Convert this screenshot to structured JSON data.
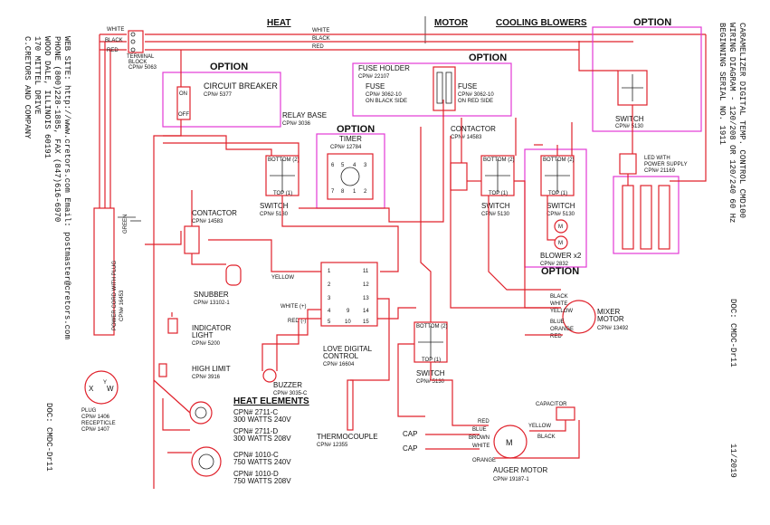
{
  "company": {
    "name": "C.CRETORS AND COMPANY",
    "address": "170 MITTEL DRIVE",
    "city": "WOOD DALE, ILLINOIS 60191",
    "phone": "PHONE (800)228-1885, FAX (847)616-6970",
    "web": "WEB SITE: http://www.cretors.com  Email: postmaster@cretors.com"
  },
  "doc_left": "DOC: CMDC-Dr11",
  "doc_right": "DOC: CMDC-Dr11",
  "date": "11/2019",
  "title": {
    "line1": "CARAMELIZER DIGITAL TEMP. CONTROL CMD100",
    "line2": "WIRING DIAGRAM - 120/208 OR 120/240 60 Hz",
    "line3": "BEGINNING SERIAL NO. 1911"
  },
  "sections": {
    "heat": "HEAT",
    "motor": "MOTOR",
    "cooling": "COOLING BLOWERS"
  },
  "wires": {
    "white": "WHITE",
    "black": "BLACK",
    "red": "RED",
    "green": "GREEN",
    "yellow": "YELLOW",
    "blue": "BLUE",
    "orange": "ORANGE",
    "brown": "BROWN",
    "white_pos": "WHITE (+)",
    "red_neg": "RED (-)"
  },
  "option": "OPTION",
  "terminal_block": {
    "line1": "TERMINAL",
    "line2": "BLOCK",
    "line3": "CPN# 5063"
  },
  "circuit_breaker": {
    "name": "CIRCUIT BREAKER",
    "cpn": "CPN# 5377",
    "on": "ON",
    "off": "OFF"
  },
  "relay_base": {
    "name": "RELAY BASE",
    "cpn": "CPN# 3036"
  },
  "timer": {
    "name": "TIMER",
    "cpn": "CPN# 12784",
    "pins_top": [
      "6",
      "5",
      "4",
      "3"
    ],
    "pins_bottom": [
      "7",
      "8",
      "1",
      "2"
    ]
  },
  "fuse_holder": {
    "name": "FUSE HOLDER",
    "cpn": "CPN# 22107"
  },
  "fuse_left": {
    "name": "FUSE",
    "cpn": "CPN# 3062-10",
    "note": "ON BLACK SIDE"
  },
  "fuse_right": {
    "name": "FUSE",
    "cpn": "CPN# 3062-10",
    "note": "ON RED SIDE"
  },
  "contactor_top": {
    "name": "CONTACTOR",
    "cpn": "CPN# 14583"
  },
  "contactor_left": {
    "name": "CONTACTOR",
    "cpn": "CPN# 14583"
  },
  "switch": {
    "name": "SWITCH",
    "cpn": "CPN# 5130",
    "bottom": "BOTTOM (2)",
    "top": "TOP (1)"
  },
  "led": {
    "line1": "LED WITH",
    "line2": "POWER SUPPLY",
    "cpn": "CPN# 21169"
  },
  "blower": {
    "name": "BLOWER x2",
    "cpn": "CPN# 2832",
    "symbol": "M"
  },
  "mixer_motor": {
    "line1": "MIXER",
    "line2": "MOTOR",
    "cpn": "CPN# 13492"
  },
  "snubber": {
    "name": "SNUBBER",
    "cpn": "CPN# 13102-1"
  },
  "indicator": {
    "line1": "INDICATOR",
    "line2": "LIGHT",
    "cpn": "CPN# 5200"
  },
  "high_limit": {
    "name": "HIGH LIMIT",
    "cpn": "CPN# 3916"
  },
  "buzzer": {
    "name": "BUZZER",
    "cpn": "CPN# 3035-C"
  },
  "love_control": {
    "line1": "LOVE DIGITAL",
    "line2": "CONTROL",
    "cpn": "CPN# 16604",
    "terminals": [
      "1",
      "11",
      "2",
      "12",
      "3",
      "13",
      "4",
      "9",
      "14",
      "5",
      "10",
      "15"
    ]
  },
  "thermocouple": {
    "name": "THERMOCOUPLE",
    "cpn": "CPN# 12355"
  },
  "heat_elements": {
    "title": "HEAT ELEMENTS",
    "items": [
      {
        "cpn": "CPN# 2711-C",
        "rating": "300 WATTS 240V"
      },
      {
        "cpn": "CPN# 2711-D",
        "rating": "300 WATTS 208V"
      },
      {
        "cpn": "CPN# 1010-C",
        "rating": "750 WATTS 240V"
      },
      {
        "cpn": "CPN# 1010-D",
        "rating": "750 WATTS 208V"
      }
    ]
  },
  "power_cord": {
    "name": "POWER CORD WITH PLUG",
    "cpn": "CPN# 16453"
  },
  "plug": {
    "line1": "PLUG",
    "cpn1": "CPN# 1406",
    "line2": "RECEPTICLE",
    "cpn2": "CPN# 1407",
    "pins": [
      "X",
      "Y",
      "W"
    ]
  },
  "auger_motor": {
    "name": "AUGER MOTOR",
    "cpn": "CPN# 19187-1",
    "symbol": "M"
  },
  "capacitor": {
    "name": "CAPACITOR"
  },
  "cap": "CAP"
}
